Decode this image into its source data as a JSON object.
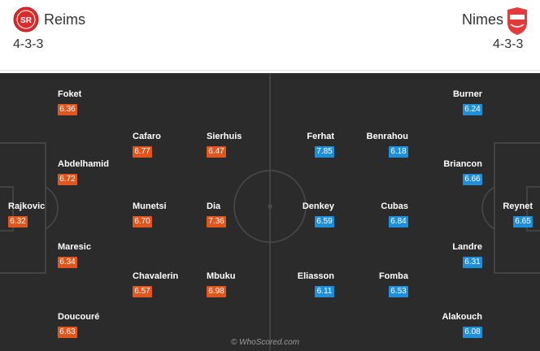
{
  "home": {
    "name": "Reims",
    "formation": "4-3-3",
    "crest_color": "#d92b2b",
    "players": [
      {
        "name": "Foket",
        "rating": "6.36"
      },
      {
        "name": "Cafaro",
        "rating": "6.77"
      },
      {
        "name": "Sierhuis",
        "rating": "6.47"
      },
      {
        "name": "Abdelhamid",
        "rating": "6.72"
      },
      {
        "name": "Rajkovic",
        "rating": "6.32"
      },
      {
        "name": "Munetsi",
        "rating": "6.70"
      },
      {
        "name": "Dia",
        "rating": "7.36"
      },
      {
        "name": "Maresic",
        "rating": "6.34"
      },
      {
        "name": "Chavalerin",
        "rating": "6.57"
      },
      {
        "name": "Mbuku",
        "rating": "6.98"
      },
      {
        "name": "Doucouré",
        "rating": "6.63"
      }
    ]
  },
  "away": {
    "name": "Nimes",
    "formation": "4-3-3",
    "crest_color": "#e23b3b",
    "players": [
      {
        "name": "Burner",
        "rating": "6.24"
      },
      {
        "name": "Ferhat",
        "rating": "7.85"
      },
      {
        "name": "Benrahou",
        "rating": "6.18"
      },
      {
        "name": "Briancon",
        "rating": "6.66"
      },
      {
        "name": "Denkey",
        "rating": "6.59"
      },
      {
        "name": "Cubas",
        "rating": "6.84"
      },
      {
        "name": "Reynet",
        "rating": "6.65"
      },
      {
        "name": "Landre",
        "rating": "6.31"
      },
      {
        "name": "Eliasson",
        "rating": "6.11"
      },
      {
        "name": "Fomba",
        "rating": "6.53"
      },
      {
        "name": "Alakouch",
        "rating": "6.08"
      }
    ]
  },
  "colors": {
    "home_rating": "#e0561d",
    "away_rating": "#1e8fd8",
    "pitch": "#2b2b2b"
  },
  "watermark": "© WhoScored.com"
}
